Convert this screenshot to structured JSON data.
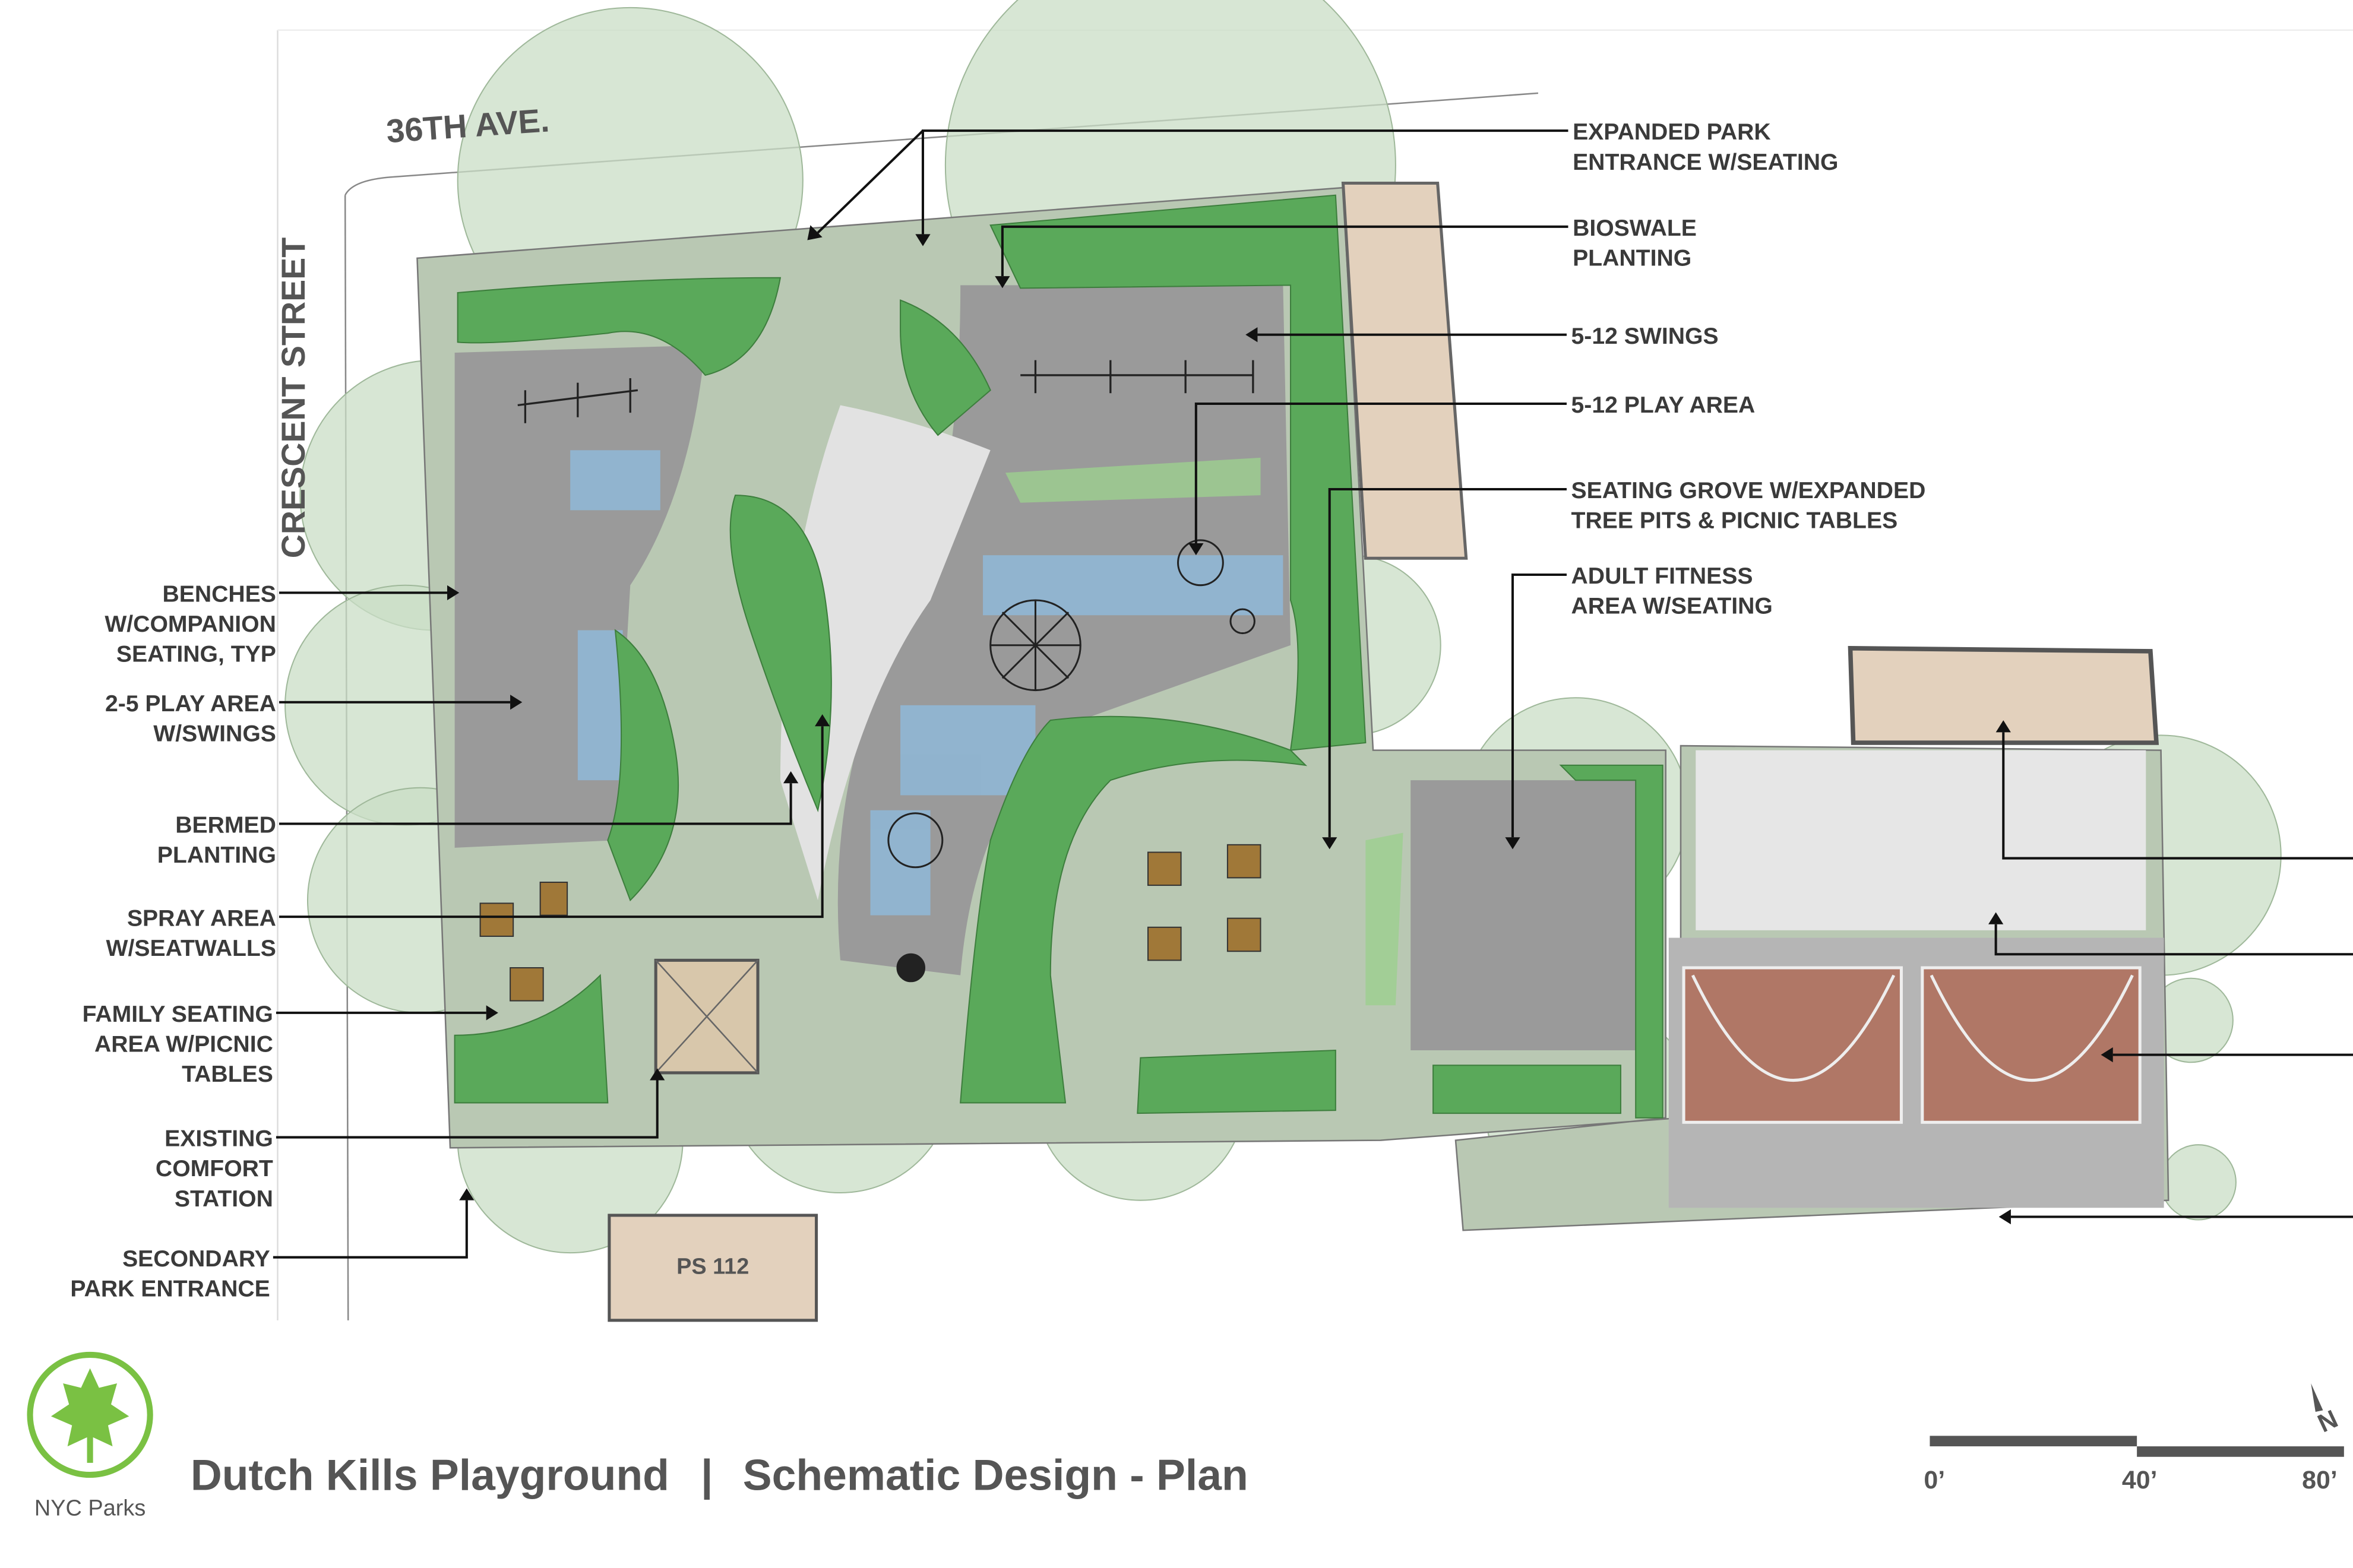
{
  "streets": {
    "top": "36TH AVE.",
    "left": "CRESCENT STREET"
  },
  "labels_left": [
    {
      "lines": [
        "BENCHES",
        "W/COMPANION",
        "SEATING, TYP"
      ]
    },
    {
      "lines": [
        "2-5 PLAY AREA",
        "W/SWINGS"
      ]
    },
    {
      "lines": [
        "BERMED",
        "PLANTING"
      ]
    },
    {
      "lines": [
        "SPRAY AREA",
        "W/SEATWALLS"
      ]
    },
    {
      "lines": [
        "FAMILY SEATING",
        "AREA W/PICNIC",
        "TABLES"
      ]
    },
    {
      "lines": [
        "EXISTING",
        "COMFORT",
        "STATION"
      ]
    },
    {
      "lines": [
        "SECONDARY",
        "PARK ENTRANCE"
      ]
    }
  ],
  "labels_right": [
    {
      "lines": [
        "EXPANDED PARK",
        "ENTRANCE W/SEATING"
      ]
    },
    {
      "lines": [
        "BIOSWALE",
        "PLANTING"
      ]
    },
    {
      "lines": [
        "5-12 SWINGS"
      ]
    },
    {
      "lines": [
        "5-12 PLAY AREA"
      ]
    },
    {
      "lines": [
        "SEATING GROVE W/EXPANDED",
        "TREE PITS & PICNIC TABLES"
      ]
    },
    {
      "lines": [
        "ADULT FITNESS",
        "AREA W/SEATING"
      ]
    }
  ],
  "building": {
    "name": "PS 112"
  },
  "footer": {
    "logo_text": "NYC Parks",
    "title": "Dutch Kills Playground",
    "separator": "|",
    "subtitle": "Schematic Design - Plan",
    "scale_ticks": [
      "0’",
      "40’",
      "80’"
    ],
    "north_label": "N"
  },
  "colors": {
    "grass": "#5aa95a",
    "light_grass": "#9cd08f",
    "paving": "#8f8f8f",
    "spray": "#8fb8d8",
    "court": "#b07766",
    "building": "#e3d1bd",
    "logo": "#7ac143"
  }
}
